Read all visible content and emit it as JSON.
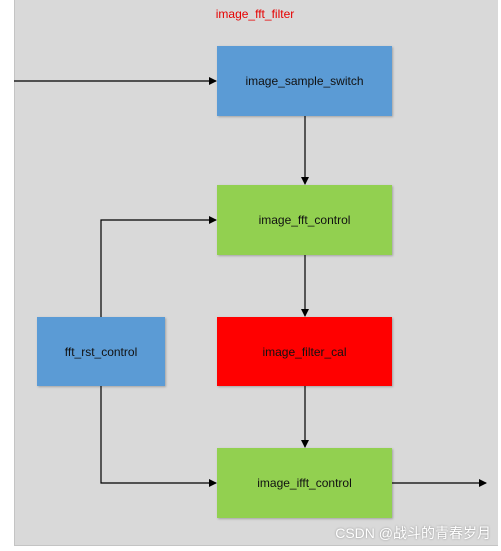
{
  "diagram": {
    "title": "image_fft_filter",
    "blocks": {
      "sample_switch": "image_sample_switch",
      "fft_control": "image_fft_control",
      "filter_cal": "image_filter_cal",
      "ifft_control": "image_ifft_control",
      "rst_control": "fft_rst_control"
    },
    "colors": {
      "blue": "#5b9bd5",
      "green": "#92d050",
      "red": "#ff0000",
      "title": "#e60000"
    }
  },
  "watermark": "CSDN @战斗的青春岁月"
}
